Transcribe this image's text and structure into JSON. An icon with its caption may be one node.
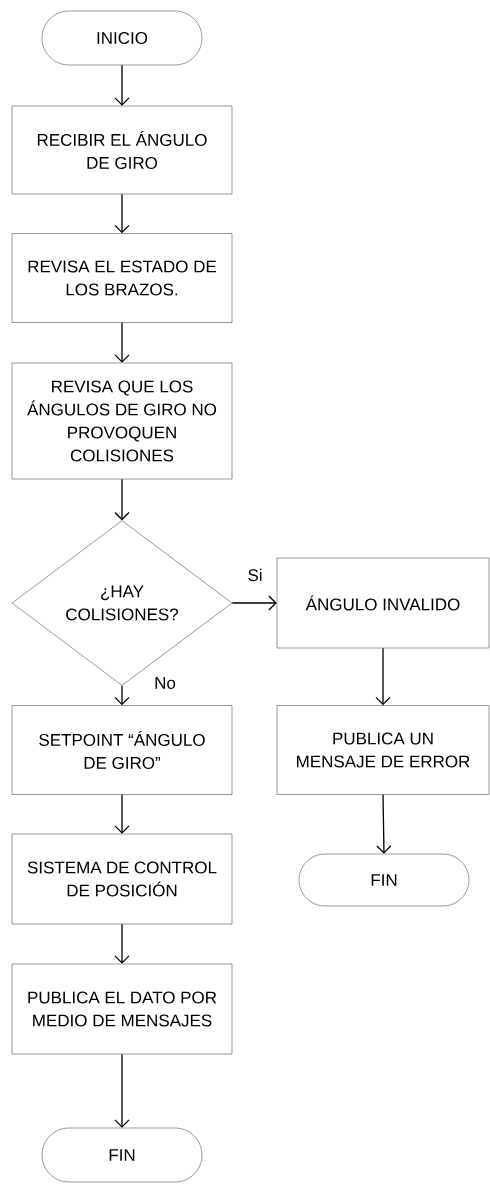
{
  "diagram": {
    "nodes": [
      {
        "text": [
          "INICIO"
        ]
      },
      {
        "text": [
          "RECIBIR EL ÁNGULO DE GIRO"
        ]
      },
      {
        "text": [
          "REVISA EL ESTADO DE LOS BRAZOS."
        ]
      },
      {
        "text": [
          "REVISA QUE LOS ÁNGULOS DE GIRO NO PROVOQUEN COLISIONES"
        ]
      },
      {
        "text": [
          "¿HAY COLISIONES?"
        ]
      },
      {
        "text": [
          "ÁNGULO INVALIDO"
        ]
      },
      {
        "text": [
          "SETPOINT “ÁNGULO DE GIRO”"
        ]
      },
      {
        "text": [
          "PUBLICA UN MENSAJE DE ERROR"
        ]
      },
      {
        "text": [
          "FIN"
        ]
      },
      {
        "text": [
          "SISTEMA DE CONTROL DE POSICIÓN"
        ]
      },
      {
        "text": [
          "PUBLICA EL DATO POR MEDIO DE MENSAJES"
        ]
      },
      {
        "text": [
          "FIN"
        ]
      }
    ],
    "edges": [
      {
        "from": 0,
        "to": 1,
        "arrow": "to"
      },
      {
        "from": 1,
        "to": 2,
        "arrow": "to"
      },
      {
        "from": 2,
        "to": 3,
        "arrow": "to"
      },
      {
        "from": 3,
        "to": 4,
        "arrow": "to"
      },
      {
        "from": 4,
        "to": 5,
        "arrow": "to",
        "label": "Si"
      },
      {
        "from": 4,
        "to": 6,
        "arrow": "to",
        "label": "No"
      },
      {
        "from": 5,
        "to": 7,
        "arrow": "to"
      },
      {
        "from": 7,
        "to": 8,
        "arrow": "to"
      },
      {
        "from": 6,
        "to": 9,
        "arrow": "to"
      },
      {
        "from": 9,
        "to": 10,
        "arrow": "to"
      },
      {
        "from": 10,
        "to": 11,
        "arrow": "to"
      }
    ]
  }
}
